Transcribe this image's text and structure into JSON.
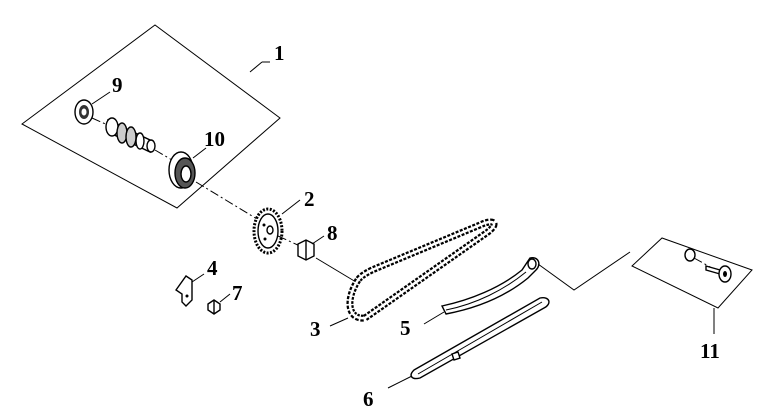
{
  "callouts": [
    {
      "id": "1",
      "text": "1"
    },
    {
      "id": "2",
      "text": "2"
    },
    {
      "id": "3",
      "text": "3"
    },
    {
      "id": "4",
      "text": "4"
    },
    {
      "id": "5",
      "text": "5"
    },
    {
      "id": "6",
      "text": "6"
    },
    {
      "id": "7",
      "text": "7"
    },
    {
      "id": "8",
      "text": "8"
    },
    {
      "id": "9",
      "text": "9"
    },
    {
      "id": "10",
      "text": "10"
    },
    {
      "id": "11",
      "text": "11"
    }
  ],
  "colors": {
    "line": "#000000",
    "background": "#ffffff",
    "part_fill": "#ffffff",
    "part_shade": "#333333"
  }
}
